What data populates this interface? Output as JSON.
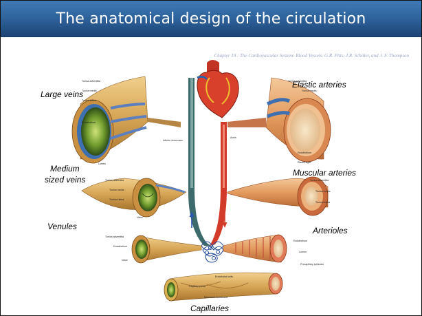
{
  "slide": {
    "title": "The anatomical design of the circulation",
    "citation": "Chapter 19 : The Cardiovascular System: Blood Vessels. G.R. Pitts, J.R. Schiller, and J. F. Thompson"
  },
  "labels": {
    "large_veins": "Large veins",
    "medium_veins_1": "Medium",
    "medium_veins_2": "sized veins",
    "venules": "Venules",
    "elastic_arteries": "Elastic arteries",
    "muscular_arteries": "Muscular arteries",
    "arterioles": "Arterioles",
    "capillaries": "Capillaries"
  },
  "figure_labels": {
    "tunica_adventitia": "Tunica adventitia",
    "tunica_media": "Tunica media",
    "tunica_intima": "Tunica intima",
    "endothelium": "Endothelium",
    "lumen": "Lumen",
    "inferior_vena_cava": "Inferior vena cava",
    "aorta": "Aorta",
    "elastic_layer": "Elastic layer",
    "valve": "Valve",
    "precapillary_sphincter": "Precapillary sphincter",
    "capillary_pores": "Capillary pores",
    "endothelial_cells": "Endothelial cells",
    "basement_membrane": "Basement membrane"
  },
  "colors": {
    "title_bar": "#2c5f97",
    "vein": "#3d6b6b",
    "artery": "#d23a2a",
    "vessel_wall": "#d9a85a"
  }
}
